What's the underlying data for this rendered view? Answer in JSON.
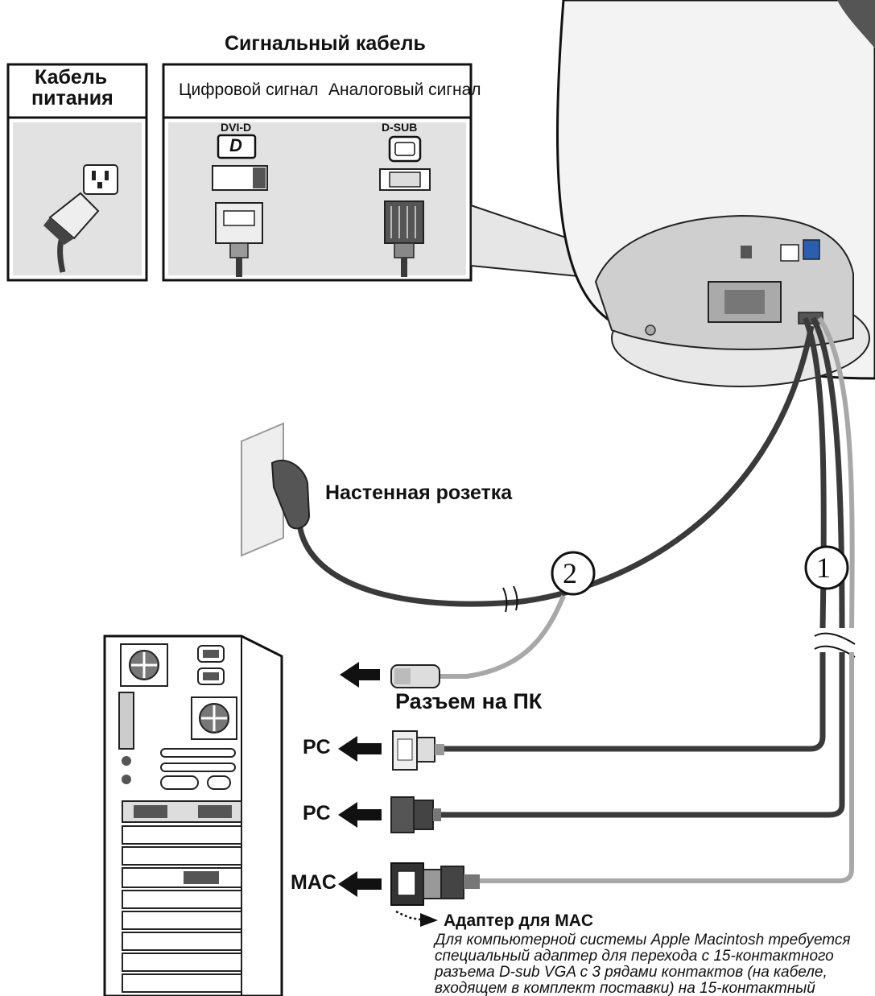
{
  "labels": {
    "signal_cable": "Сигнальный кабель",
    "power_cable_line1": "Кабель",
    "power_cable_line2": "питания",
    "digital_signal": "Цифровой сигнал",
    "analog_signal": "Аналоговый сигнал",
    "dvi_d": "DVI-D",
    "d_sub": "D-SUB",
    "dvi_glyph": "D",
    "wall_outlet": "Настенная розетка",
    "pc_connector": "Разъем на ПК",
    "pc_1": "PC",
    "pc_2": "PC",
    "mac": "MAC",
    "step_1": "1",
    "step_2": "2",
    "mac_adapter_title": "Адаптер для MAC",
    "mac_adapter_note": [
      "Для компьютерной системы Apple Macintosh требуется",
      "специальный адаптер для перехода с 15-контактного",
      "разъема D-sub VGA с 3 рядами контактов (на кабеле,",
      "входящем в комплект поставки) на 15-контактный"
    ]
  },
  "colors": {
    "cable_dark": "#3a3a3a",
    "cable_light": "#a8a8a8",
    "panel_fill": "#e2e2e2",
    "monitor_shell": "#f3f3f3",
    "arrow": "#111111"
  }
}
